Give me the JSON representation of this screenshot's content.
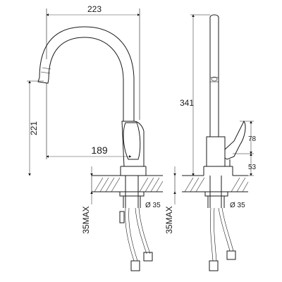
{
  "dimensions": {
    "overall_width": "223",
    "spout_height": "221",
    "spout_reach": "189",
    "overall_height": "341",
    "handle_height": "78",
    "base_height": "53",
    "counter_max_left": "35MAX",
    "counter_max_right": "35MAX",
    "hole_diameter_left": "Ø 35",
    "hole_diameter_right": "Ø 35"
  }
}
